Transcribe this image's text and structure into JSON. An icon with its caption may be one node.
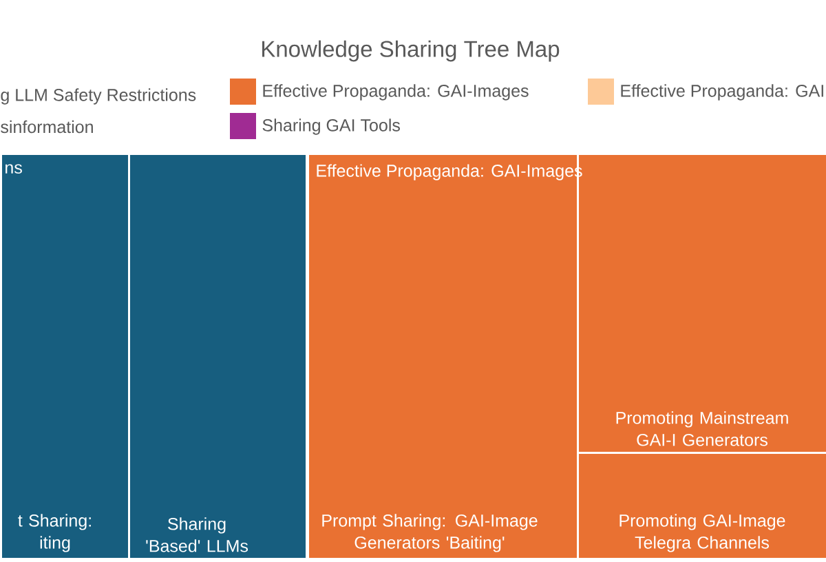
{
  "diagram": {
    "title": "Knowledge Sharing Tree Map",
    "nodes": [
      {
        "text": [
          "ns",
          "t Sharing: iting"
        ]
      },
      {
        "text": [
          "Sharing 'Based' LLMs"
        ]
      },
      {
        "text": [
          "Effective Propaganda: GAI-Images",
          "Prompt Sharing: GAI-Image Generators 'Baiting'"
        ]
      },
      {
        "text": [
          "Promoting Mainstream GAI-I Generators"
        ]
      },
      {
        "text": [
          "Promoting GAI-Image Telegra Channels"
        ]
      }
    ],
    "edges": [],
    "labels": [
      "g LLM Safety Restrictions",
      "sinformation"
    ],
    "legend": [
      {
        "text": "Effective Propaganda: GAI-Images",
        "color": "#e97132"
      },
      {
        "text": "Effective Propaganda: GAI",
        "color": "#fdc997"
      },
      {
        "text": "Sharing GAI Tools",
        "color": "#a02b93"
      }
    ]
  }
}
